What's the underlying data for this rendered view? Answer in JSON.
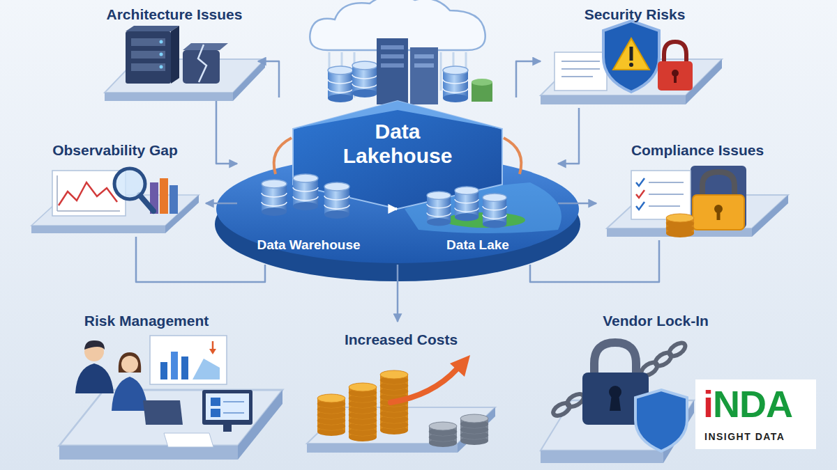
{
  "diagram": {
    "nodes": [
      {
        "text": [
          "Architecture Issues"
        ]
      },
      {
        "text": [
          "Security Risks"
        ]
      },
      {
        "text": [
          "Data Lakehouse"
        ]
      },
      {
        "text": [
          "Data Warehouse"
        ],
        "in": 2
      },
      {
        "text": [
          "Data Lake"
        ],
        "in": 2
      },
      {
        "text": [
          "Observability Gap"
        ]
      },
      {
        "text": [
          "Compliance Issues"
        ]
      },
      {
        "text": [
          "Risk Management"
        ]
      },
      {
        "text": [
          "Increased Costs"
        ]
      },
      {
        "text": [
          "Vendor Lock-In"
        ]
      }
    ],
    "edges": [
      {
        "from": 2,
        "to": 0,
        "arrow": "to"
      },
      {
        "from": 2,
        "to": 1,
        "arrow": "to"
      },
      {
        "from": 0,
        "to": 2,
        "arrow": "to"
      },
      {
        "from": 1,
        "to": 2,
        "arrow": "to"
      },
      {
        "from": 2,
        "to": 5,
        "arrow": "to"
      },
      {
        "from": 2,
        "to": 6,
        "arrow": "to"
      },
      {
        "from": 2,
        "to": 8,
        "arrow": "to"
      },
      {
        "from": 3,
        "to": 4,
        "arrow": "to"
      },
      {
        "from": 5,
        "to": 2,
        "arrow": "none"
      },
      {
        "from": 6,
        "to": 2,
        "arrow": "none"
      }
    ],
    "labels": [
      "iNDA",
      "INSIGHT DATA"
    ]
  }
}
